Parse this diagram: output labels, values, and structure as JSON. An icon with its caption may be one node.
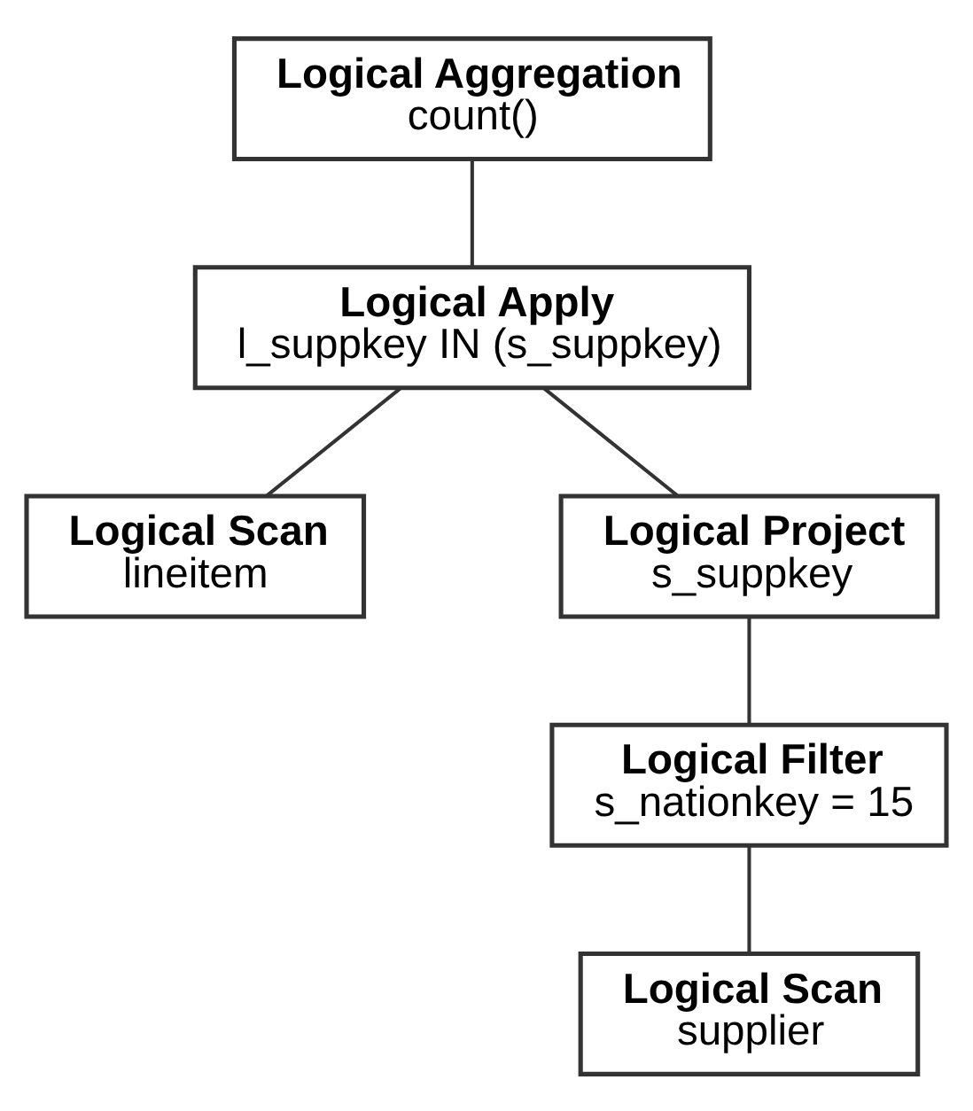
{
  "diagram": {
    "nodes": [
      {
        "text": [
          "Logical Aggregation",
          "count()"
        ]
      },
      {
        "text": [
          "Logical Apply",
          "l_suppkey IN (s_suppkey)"
        ]
      },
      {
        "text": [
          "Logical Scan",
          "lineitem"
        ]
      },
      {
        "text": [
          "Logical Project",
          "s_suppkey"
        ]
      },
      {
        "text": [
          "Logical Filter",
          "s_nationkey = 15"
        ]
      },
      {
        "text": [
          "Logical Scan",
          "supplier"
        ]
      }
    ],
    "edges": [
      {
        "from": 0,
        "to": 1,
        "arrow": "none"
      },
      {
        "from": 1,
        "to": 2,
        "arrow": "none"
      },
      {
        "from": 1,
        "to": 3,
        "arrow": "none"
      },
      {
        "from": 3,
        "to": 4,
        "arrow": "none"
      },
      {
        "from": 4,
        "to": 5,
        "arrow": "none"
      }
    ]
  }
}
